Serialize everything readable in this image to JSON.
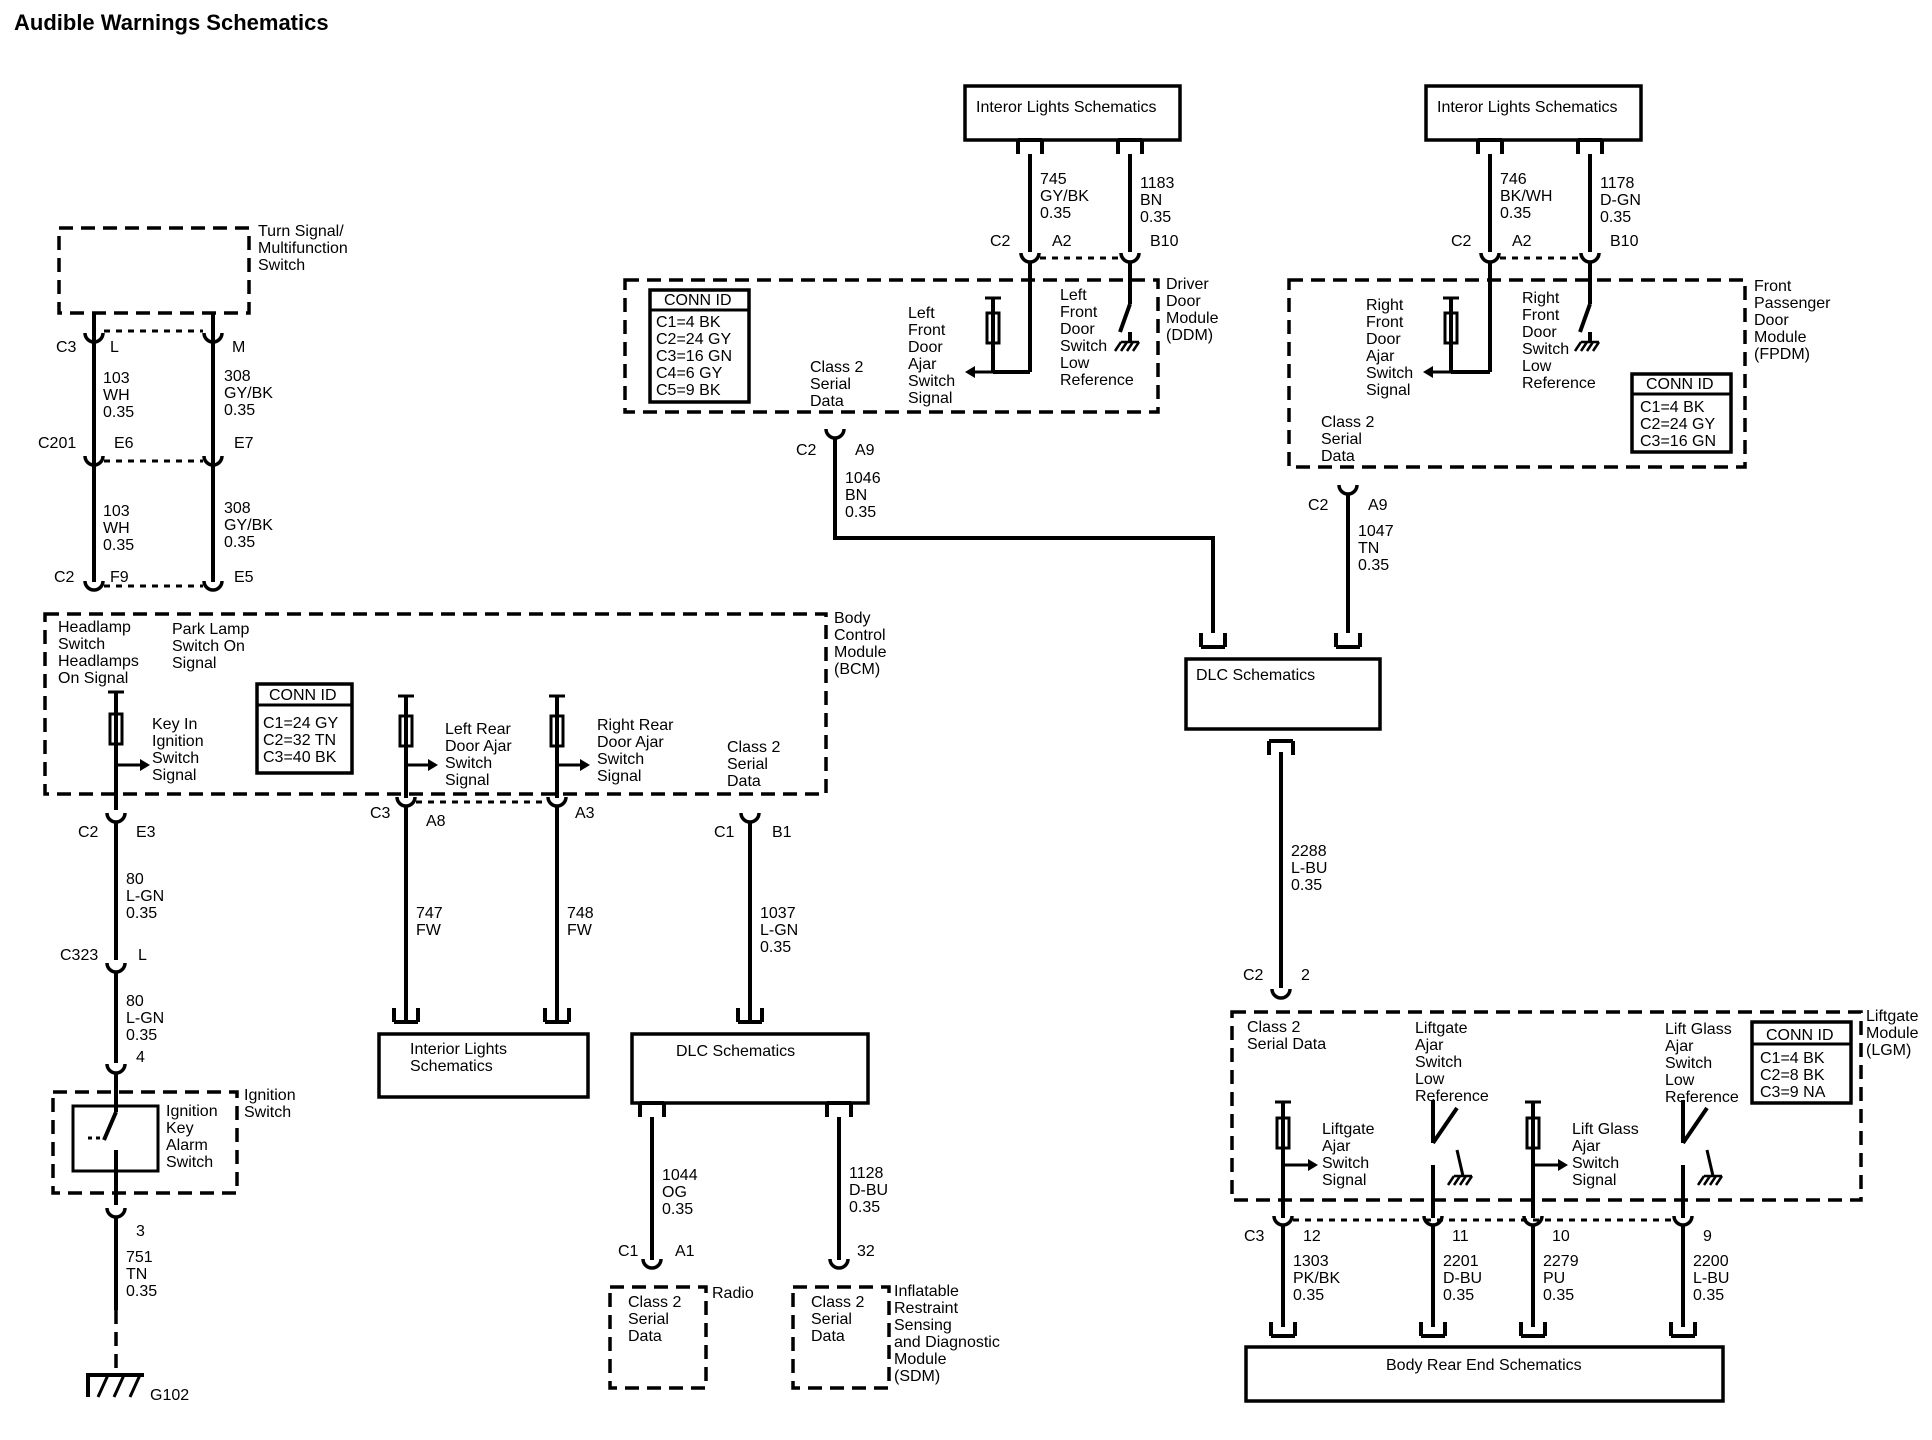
{
  "title": "Audible Warnings Schematics",
  "nav_boxes": {
    "interior_lights_left": "Interor Lights Schematics",
    "interior_lights_right": "Interor Lights Schematics",
    "dlc_center": "DLC Schematics",
    "interior_lights_bottom_1": "Interior Lights",
    "interior_lights_bottom_2": "Schematics",
    "dlc_bottom": "DLC Schematics",
    "body_rear_end": "Body Rear End Schematics"
  },
  "components": {
    "turn_signal": [
      "Turn Signal/",
      "Multifunction",
      "Switch"
    ],
    "bcm": [
      "Body",
      "Control",
      "Module",
      "(BCM)"
    ],
    "ddm": [
      "Driver",
      "Door",
      "Module",
      "(DDM)"
    ],
    "fpdm": [
      "Front",
      "Passenger",
      "Door",
      "Module",
      "(FPDM)"
    ],
    "lgm": [
      "Liftgate",
      "Module",
      "(LGM)"
    ],
    "ignition_switch": [
      "Ignition",
      "Switch"
    ],
    "radio": "Radio",
    "sdm": [
      "Inflatable",
      "Restraint",
      "Sensing",
      "and Diagnostic",
      "Module",
      "(SDM)"
    ],
    "ground": "G102"
  },
  "conn_id": {
    "header": "CONN ID",
    "bcm": [
      "C1=24 GY",
      "C2=32 TN",
      "C3=40 BK"
    ],
    "ddm": [
      "C1=4 BK",
      "C2=24 GY",
      "C3=16 GN",
      "C4=6 GY",
      "C5=9 BK"
    ],
    "fpdm": [
      "C1=4 BK",
      "C2=24 GY",
      "C3=16 GN"
    ],
    "lgm": [
      "C1=4 BK",
      "C2=8 BK",
      "C3=9 NA"
    ]
  },
  "signals": {
    "headlamp": [
      "Headlamp",
      "Switch",
      "Headlamps",
      "On Signal"
    ],
    "park_lamp": [
      "Park Lamp",
      "Switch On",
      "Signal"
    ],
    "key_in": [
      "Key In",
      "Ignition",
      "Switch",
      "Signal"
    ],
    "left_rear": [
      "Left Rear",
      "Door Ajar",
      "Switch",
      "Signal"
    ],
    "right_rear": [
      "Right Rear",
      "Door Ajar",
      "Switch",
      "Signal"
    ],
    "class2_bcm": [
      "Class 2",
      "Serial",
      "Data"
    ],
    "class2_ddm": [
      "Class 2",
      "Serial",
      "Data"
    ],
    "class2_fpdm": [
      "Class 2",
      "Serial",
      "Data"
    ],
    "class2_lgm": [
      "Class 2",
      "Serial Data"
    ],
    "class2_radio": [
      "Class 2",
      "Serial",
      "Data"
    ],
    "class2_sdm": [
      "Class 2",
      "Serial",
      "Data"
    ],
    "lf_door_ajar": [
      "Left",
      "Front",
      "Door",
      "Ajar",
      "Switch",
      "Signal"
    ],
    "lf_low_ref": [
      "Left",
      "Front",
      "Door",
      "Switch",
      "Low",
      "Reference"
    ],
    "rf_door_ajar": [
      "Right",
      "Front",
      "Door",
      "Ajar",
      "Switch",
      "Signal"
    ],
    "rf_low_ref": [
      "Right",
      "Front",
      "Door",
      "Switch",
      "Low",
      "Reference"
    ],
    "liftgate_ajar_low_ref": [
      "Liftgate",
      "Ajar",
      "Switch",
      "Low",
      "Reference"
    ],
    "liftglass_ajar_low_ref": [
      "Lift Glass",
      "Ajar",
      "Switch",
      "Low",
      "Reference"
    ],
    "liftgate_ajar_signal": [
      "Liftgate",
      "Ajar",
      "Switch",
      "Signal"
    ],
    "liftglass_ajar_signal": [
      "Lift Glass",
      "Ajar",
      "Switch",
      "Signal"
    ],
    "ign_key_alarm": [
      "Ignition",
      "Key",
      "Alarm",
      "Switch"
    ]
  },
  "wires": {
    "w103_a": [
      "103",
      "WH",
      "0.35"
    ],
    "w308_a": [
      "308",
      "GY/BK",
      "0.35"
    ],
    "w103_b": [
      "103",
      "WH",
      "0.35"
    ],
    "w308_b": [
      "308",
      "GY/BK",
      "0.35"
    ],
    "w80_a": [
      "80",
      "L-GN",
      "0.35"
    ],
    "w80_b": [
      "80",
      "L-GN",
      "0.35"
    ],
    "w751": [
      "751",
      "TN",
      "0.35"
    ],
    "w747": [
      "747",
      "FW"
    ],
    "w748": [
      "748",
      "FW"
    ],
    "w1037": [
      "1037",
      "L-GN",
      "0.35"
    ],
    "w1044": [
      "1044",
      "OG",
      "0.35"
    ],
    "w1128": [
      "1128",
      "D-BU",
      "0.35"
    ],
    "w745": [
      "745",
      "GY/BK",
      "0.35"
    ],
    "w1183": [
      "1183",
      "BN",
      "0.35"
    ],
    "w746": [
      "746",
      "BK/WH",
      "0.35"
    ],
    "w1178": [
      "1178",
      "D-GN",
      "0.35"
    ],
    "w1046": [
      "1046",
      "BN",
      "0.35"
    ],
    "w1047": [
      "1047",
      "TN",
      "0.35"
    ],
    "w2288": [
      "2288",
      "L-BU",
      "0.35"
    ],
    "w1303": [
      "1303",
      "PK/BK",
      "0.35"
    ],
    "w2201": [
      "2201",
      "D-BU",
      "0.35"
    ],
    "w2279": [
      "2279",
      "PU",
      "0.35"
    ],
    "w2200": [
      "2200",
      "L-BU",
      "0.35"
    ]
  },
  "connectors": {
    "c3": "C3",
    "l": "L",
    "m": "M",
    "c201": "C201",
    "e6": "E6",
    "e7": "E7",
    "c2_bcm": "C2",
    "f9": "F9",
    "e5": "E5",
    "c2_e3": "C2",
    "e3": "E3",
    "c323": "C323",
    "l2": "L",
    "pin4": "4",
    "pin3": "3",
    "c3_a8": "C3",
    "a8": "A8",
    "a3": "A3",
    "c1_b1": "C1",
    "b1": "B1",
    "c1_a1": "C1",
    "a1": "A1",
    "pin32": "32",
    "c2_ddm_top": "C2",
    "a2_ddm": "A2",
    "b10_ddm": "B10",
    "c2_ddm_a9": "C2",
    "a9_ddm": "A9",
    "c2_fpdm_top": "C2",
    "a2_fpdm": "A2",
    "b10_fpdm": "B10",
    "c2_fpdm_a9": "C2",
    "a9_fpdm": "A9",
    "c2_lgm": "C2",
    "pin2": "2",
    "c3_lgm": "C3",
    "p12": "12",
    "p11": "11",
    "p10": "10",
    "p9": "9"
  }
}
